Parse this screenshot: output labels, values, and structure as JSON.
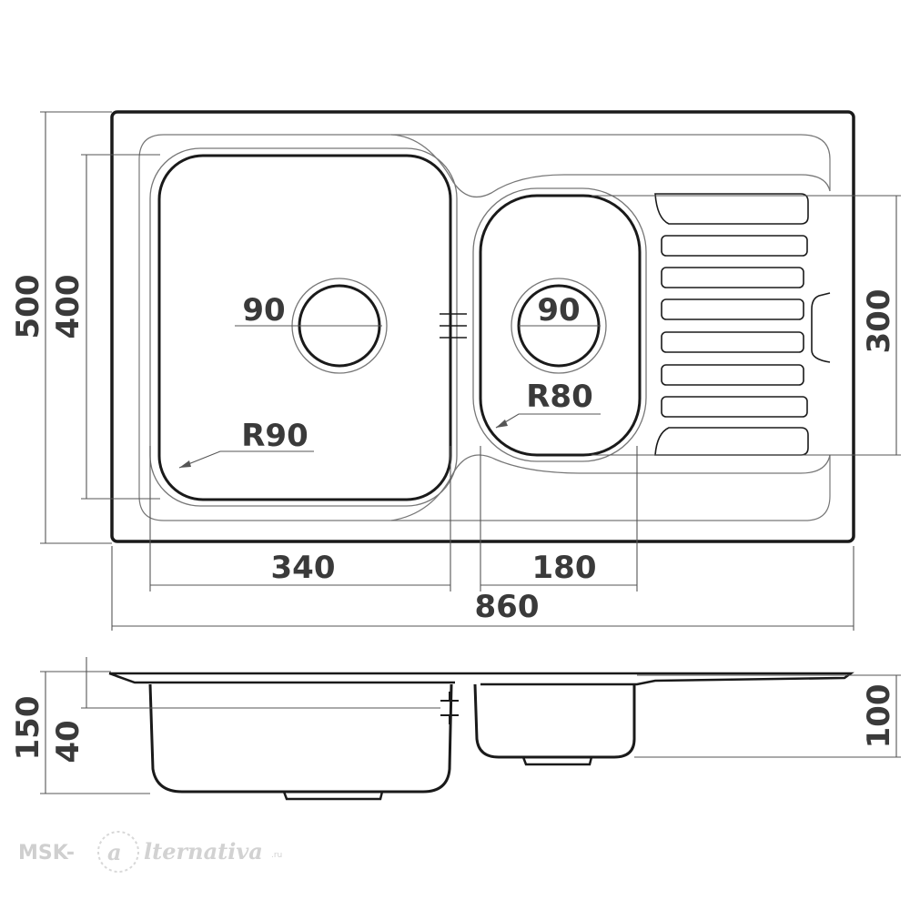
{
  "plan_view": {
    "width_label": "860",
    "height_label": "500",
    "main_bowl": {
      "width_label": "340",
      "height_label": "400",
      "drain_label": "90",
      "radius_label": "R90"
    },
    "small_bowl": {
      "width_label": "180",
      "height_label": "300",
      "drain_label": "90",
      "radius_label": "R80"
    }
  },
  "section_view": {
    "total_depth_label": "150",
    "rim_depth_label": "40",
    "small_bowl_depth_label": "100"
  },
  "watermark": {
    "prefix": "MSK-",
    "suffix": "lternativa",
    "domain": ".ru"
  },
  "colors": {
    "line": "#1a1a1a",
    "thin_line": "#555555",
    "text": "#3a3a3a",
    "watermark": "#d0d0d0"
  }
}
